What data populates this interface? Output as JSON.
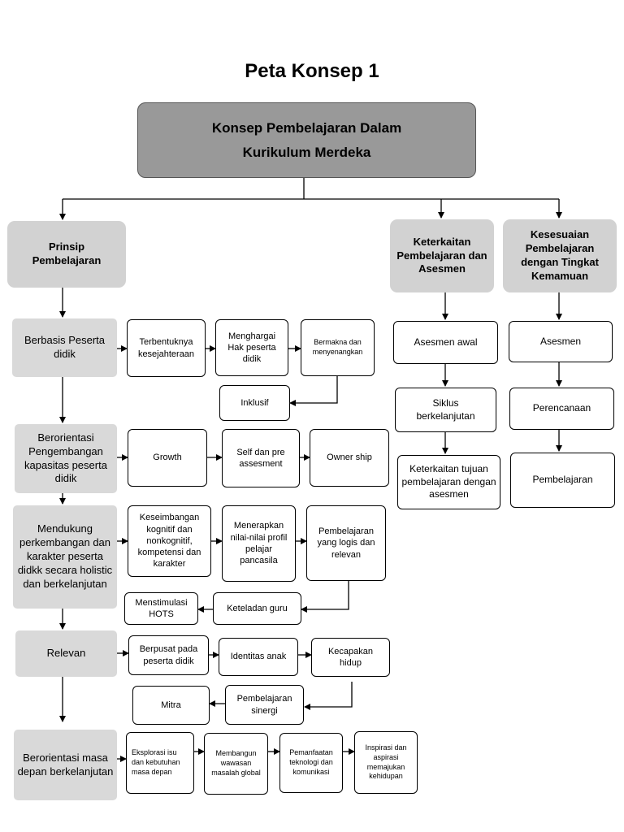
{
  "title": "Peta Konsep 1",
  "root": {
    "line1": "Konsep Pembelajaran Dalam",
    "line2": "Kurikulum Merdeka"
  },
  "headers": {
    "prinsip": "Prinsip Pembelajaran",
    "keterkaitan": "Keterkaitan Pembelajaran dan Asesmen",
    "kesesuaian": "Kesesuaian Pembelajaran dengan Tingkat Kemamuan"
  },
  "categories": {
    "c1": "Berbasis Peserta didik",
    "c2": "Berorientasi Pengembangan kapasitas peserta didik",
    "c3": "Mendukung perkembangan dan karakter peserta didkk secara holistic dan berkelanjutan",
    "c4": "Relevan",
    "c5": "Berorientasi masa depan berkelanjutan"
  },
  "row1": {
    "a": "Terbentuknya kesejahteraan",
    "b": "Menghargai Hak peserta didik",
    "c": "Bermakna dan menyenangkan",
    "d": "Inklusif"
  },
  "row2": {
    "a": "Growth",
    "b": "Self dan pre assesment",
    "c": "Owner ship"
  },
  "row3": {
    "a": "Keseimbangan kognitif dan nonkognitif, kompetensi dan karakter",
    "b": "Menerapkan nilai-nilai profil pelajar pancasila",
    "c": "Pembelajaran yang logis dan relevan",
    "d": "Keteladan guru",
    "e": "Menstimulasi HOTS"
  },
  "row4": {
    "a": "Berpusat pada peserta didik",
    "b": "Identitas anak",
    "c": "Kecapakan hidup",
    "d": "Pembelajaran sinergi",
    "e": "Mitra"
  },
  "row5": {
    "a": "Eksplorasi isu dan kebutuhan masa depan",
    "b": "Membangun wawasan masalah global",
    "c": "Pemanfaatan teknologi dan komunikasi",
    "d": "Inspirasi dan aspirasi memajukan kehidupan"
  },
  "keterkaitan_col": [
    "Asesmen awal",
    "Siklus berkelanjutan",
    "Keterkaitan tujuan pembelajaran dengan asesmen"
  ],
  "kesesuaian_col": [
    "Asesmen",
    "Perencanaan",
    "Pembelajaran"
  ]
}
